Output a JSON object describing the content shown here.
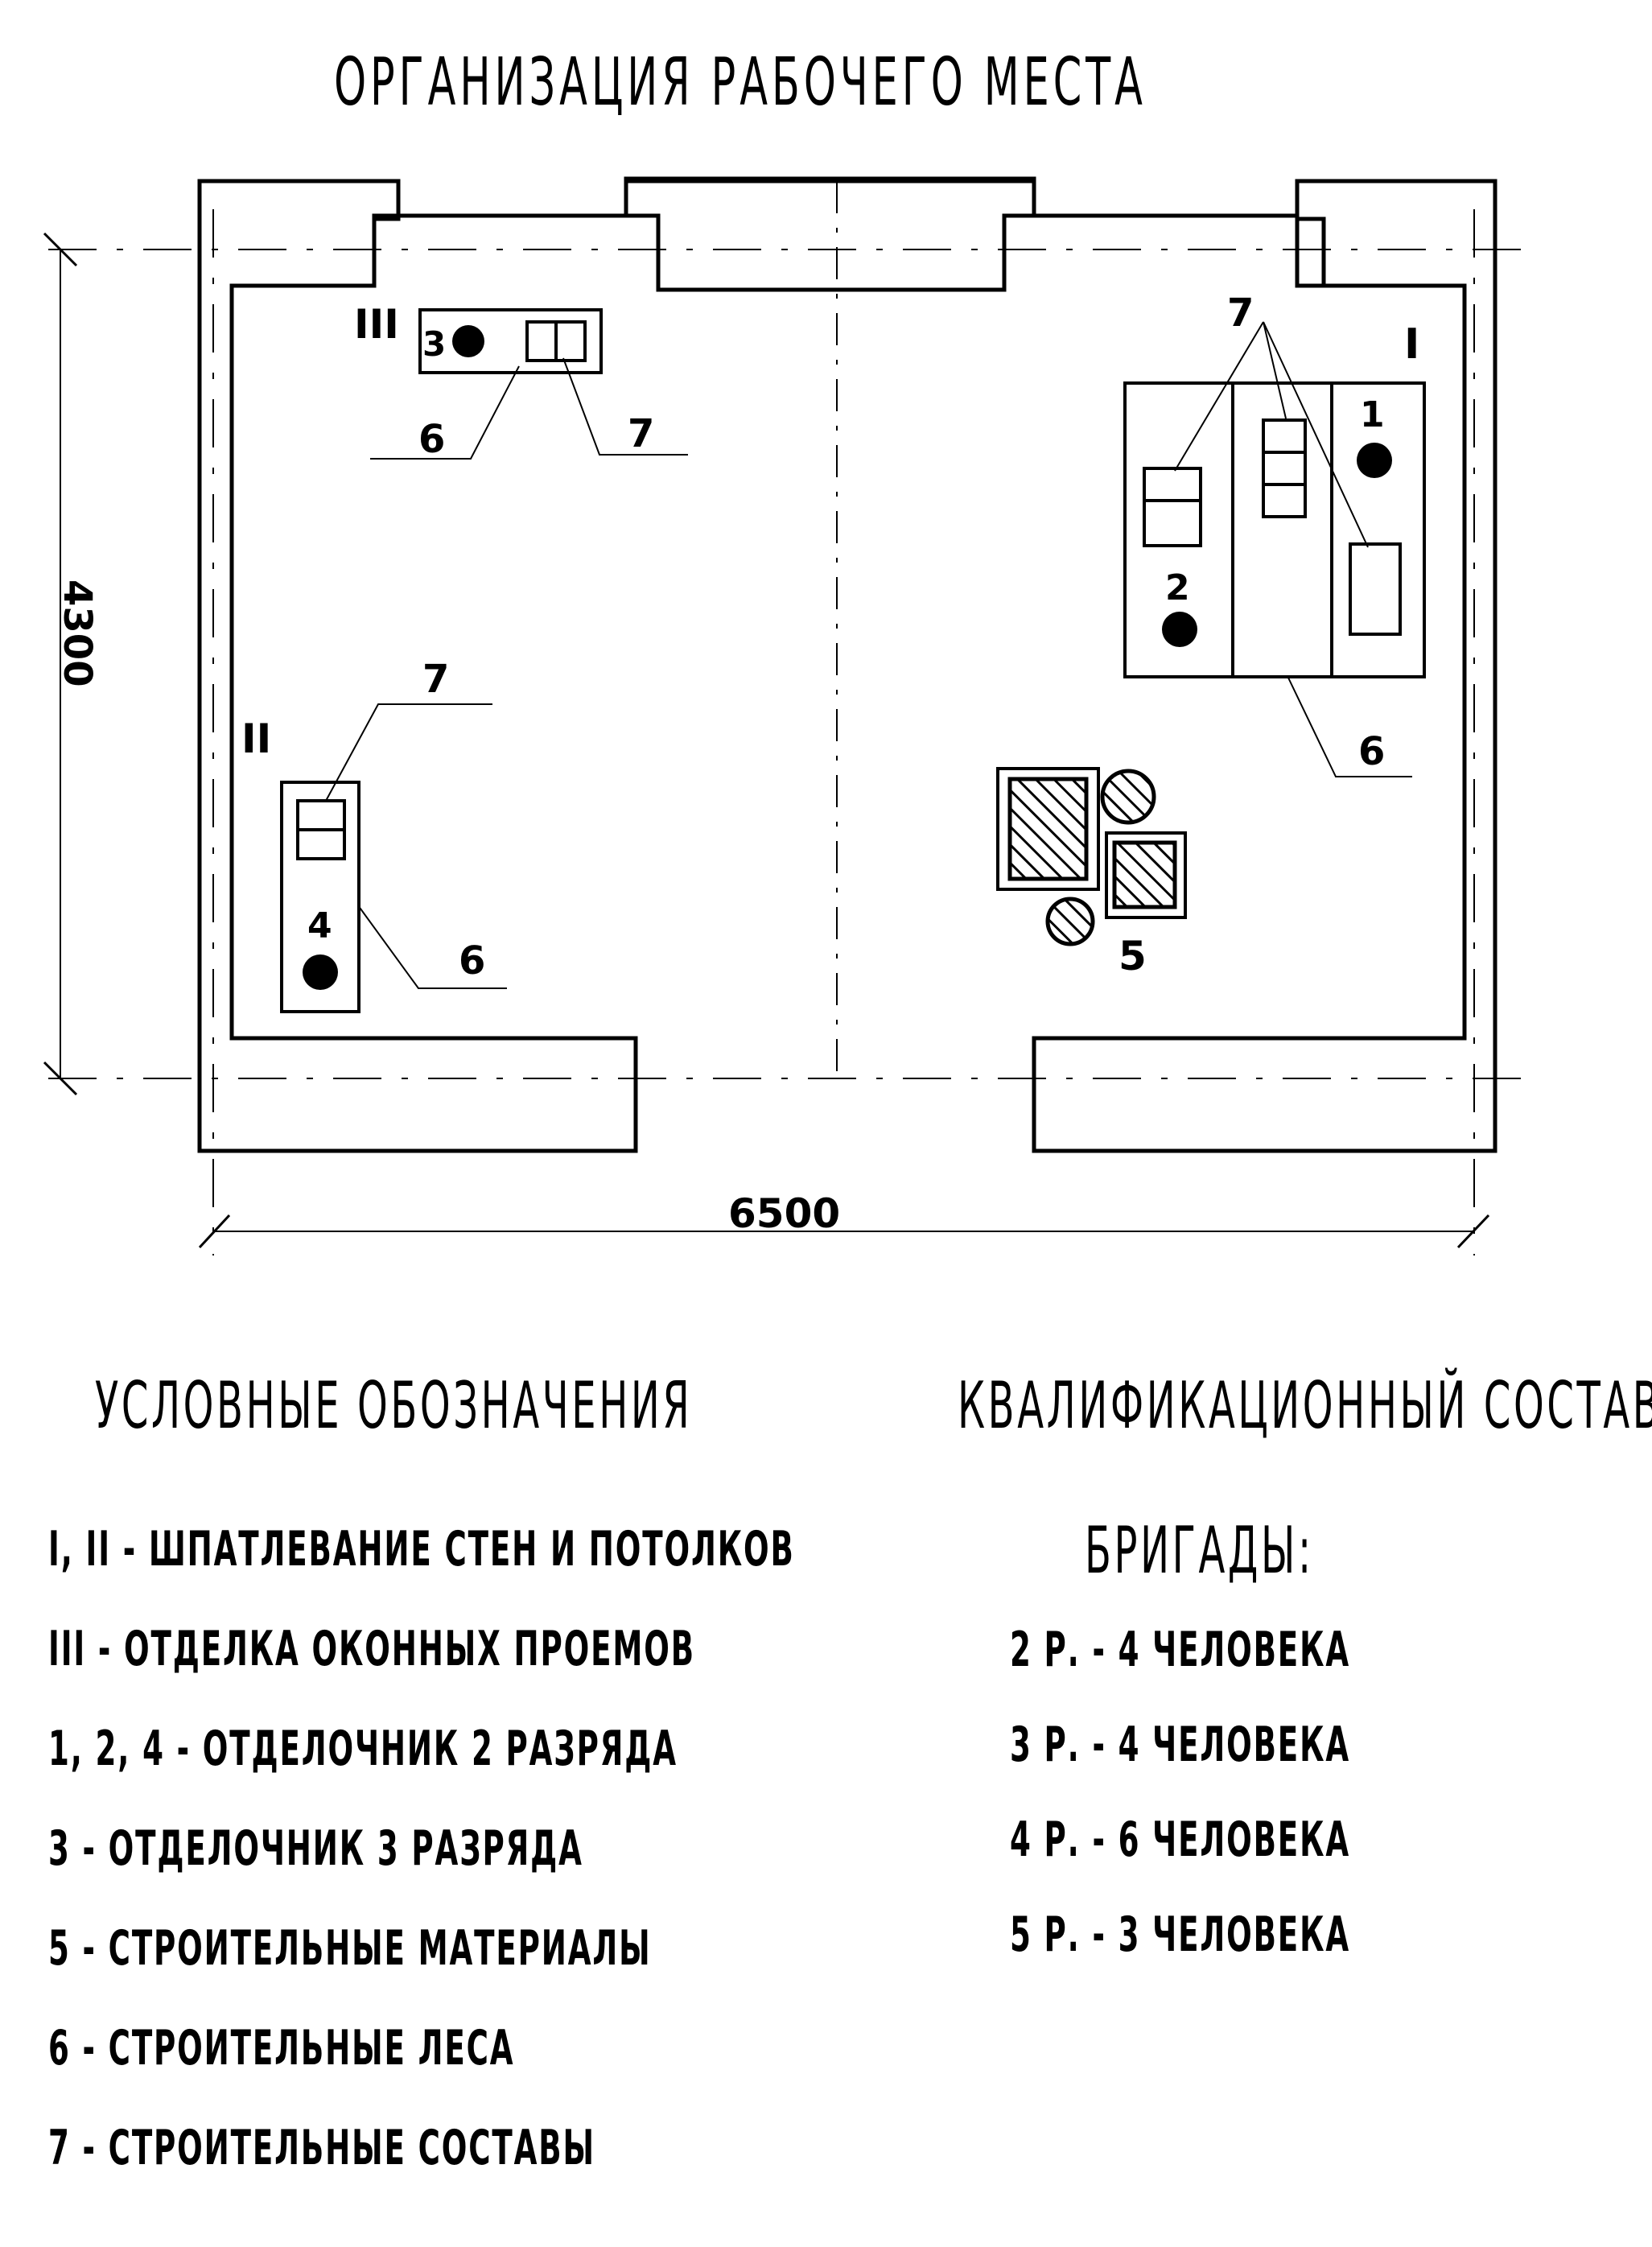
{
  "title": "ОРГАНИЗАЦИЯ РАБОЧЕГО МЕСТА",
  "plan": {
    "dim_height": "4300",
    "dim_width": "6500",
    "zones": {
      "zone_1": "I",
      "zone_2": "II",
      "zone_3": "III"
    },
    "markers": {
      "worker_1": "1",
      "worker_2": "2",
      "worker_3": "3",
      "worker_4": "4",
      "materials": "5",
      "scaffold_zone_1": "6",
      "scaffold_zone_2": "6",
      "scaffold_zone_3": "6",
      "compounds_zone_1": "7",
      "compounds_zone_2": "7",
      "compounds_zone_3": "7"
    }
  },
  "legend": {
    "title": "УСЛОВНЫЕ ОБОЗНАЧЕНИЯ",
    "items": [
      "I, II - ШПАТЛЕВАНИЕ СТЕН И ПОТОЛКОВ",
      "III - ОТДЕЛКА ОКОННЫХ ПРОЕМОВ",
      "1, 2, 4 - ОТДЕЛОЧНИК 2 РАЗРЯДА",
      "3 - ОТДЕЛОЧНИК 3 РАЗРЯДА",
      "5 - СТРОИТЕЛЬНЫЕ МАТЕРИАЛЫ",
      "6 - СТРОИТЕЛЬНЫЕ ЛЕСА",
      "7 - СТРОИТЕЛЬНЫЕ СОСТАВЫ"
    ]
  },
  "brigade": {
    "title_line1": "КВАЛИФИКАЦИОННЫЙ СОСТАВ",
    "title_line2": "БРИГАДЫ:",
    "items": [
      "2 Р. - 4 ЧЕЛОВЕКА",
      "3 Р. - 4 ЧЕЛОВЕКА",
      "4 Р. - 6 ЧЕЛОВЕКА",
      "5 Р. - 3 ЧЕЛОВЕКА"
    ]
  }
}
